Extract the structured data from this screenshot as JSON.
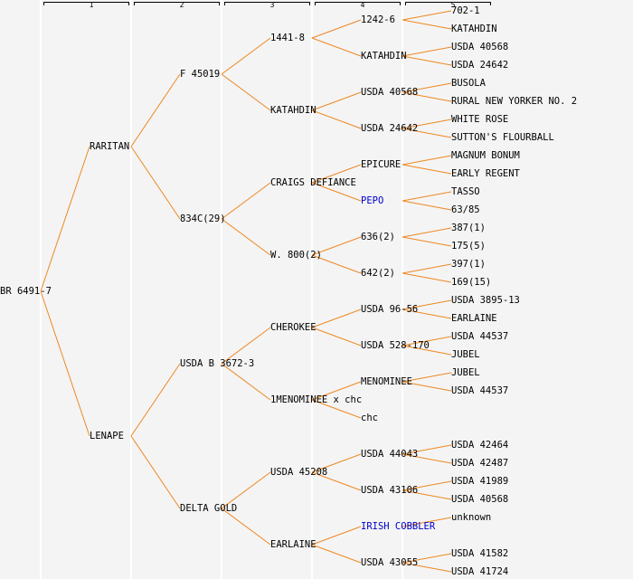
{
  "colors": {
    "line": "#ee8822",
    "text": "#000000",
    "link_text": "#0000cc",
    "background": "#f4f4f4"
  },
  "columns": [
    "1",
    "2",
    "3",
    "4",
    "5"
  ],
  "root": {
    "name": "BR 6491-7",
    "children": [
      {
        "name": "RARITAN",
        "children": [
          {
            "name": "F 45019",
            "children": [
              {
                "name": "1441-8",
                "children": [
                  {
                    "name": "1242-6",
                    "children": [
                      {
                        "name": "702-1"
                      },
                      {
                        "name": "KATAHDIN"
                      }
                    ]
                  },
                  {
                    "name": "KATAHDIN",
                    "children": [
                      {
                        "name": "USDA 40568"
                      },
                      {
                        "name": "USDA 24642"
                      }
                    ]
                  }
                ]
              },
              {
                "name": "KATAHDIN",
                "children": [
                  {
                    "name": "USDA 40568",
                    "children": [
                      {
                        "name": "BUSOLA"
                      },
                      {
                        "name": "RURAL NEW YORKER NO. 2"
                      }
                    ]
                  },
                  {
                    "name": "USDA 24642",
                    "children": [
                      {
                        "name": "WHITE ROSE"
                      },
                      {
                        "name": "SUTTON'S FLOURBALL"
                      }
                    ]
                  }
                ]
              }
            ]
          },
          {
            "name": "834C(29)",
            "children": [
              {
                "name": "CRAIGS DEFIANCE",
                "children": [
                  {
                    "name": "EPICURE",
                    "children": [
                      {
                        "name": "MAGNUM BONUM"
                      },
                      {
                        "name": "EARLY REGENT"
                      }
                    ]
                  },
                  {
                    "name": "PEPO",
                    "link": true,
                    "children": [
                      {
                        "name": "TASSO"
                      },
                      {
                        "name": "63/85"
                      }
                    ]
                  }
                ]
              },
              {
                "name": "W. 800(2)",
                "children": [
                  {
                    "name": "636(2)",
                    "children": [
                      {
                        "name": "387(1)"
                      },
                      {
                        "name": "175(5)"
                      }
                    ]
                  },
                  {
                    "name": "642(2)",
                    "children": [
                      {
                        "name": "397(1)"
                      },
                      {
                        "name": "169(15)"
                      }
                    ]
                  }
                ]
              }
            ]
          }
        ]
      },
      {
        "name": "LENAPE",
        "children": [
          {
            "name": "USDA B 3672-3",
            "children": [
              {
                "name": "CHEROKEE",
                "children": [
                  {
                    "name": "USDA 96-56",
                    "children": [
                      {
                        "name": "USDA 3895-13"
                      },
                      {
                        "name": "EARLAINE"
                      }
                    ]
                  },
                  {
                    "name": "USDA 528-170",
                    "children": [
                      {
                        "name": "USDA 44537"
                      },
                      {
                        "name": "JUBEL"
                      }
                    ]
                  }
                ]
              },
              {
                "name": "1MENOMINEE x chc",
                "children": [
                  {
                    "name": "MENOMINEE",
                    "children": [
                      {
                        "name": "JUBEL"
                      },
                      {
                        "name": "USDA 44537"
                      }
                    ]
                  },
                  {
                    "name": "chc"
                  }
                ]
              }
            ]
          },
          {
            "name": "DELTA GOLD",
            "children": [
              {
                "name": "USDA 45208",
                "children": [
                  {
                    "name": "USDA 44043",
                    "children": [
                      {
                        "name": "USDA 42464"
                      },
                      {
                        "name": "USDA 42487"
                      }
                    ]
                  },
                  {
                    "name": "USDA 43106",
                    "children": [
                      {
                        "name": "USDA 41989"
                      },
                      {
                        "name": "USDA 40568"
                      }
                    ]
                  }
                ]
              },
              {
                "name": "EARLAINE",
                "children": [
                  {
                    "name": "IRISH COBBLER",
                    "link": true,
                    "children": [
                      {
                        "name": "unknown"
                      }
                    ]
                  },
                  {
                    "name": "USDA 43055",
                    "children": [
                      {
                        "name": "USDA 41582"
                      },
                      {
                        "name": "USDA 41724"
                      }
                    ]
                  }
                ]
              }
            ]
          }
        ]
      }
    ]
  }
}
